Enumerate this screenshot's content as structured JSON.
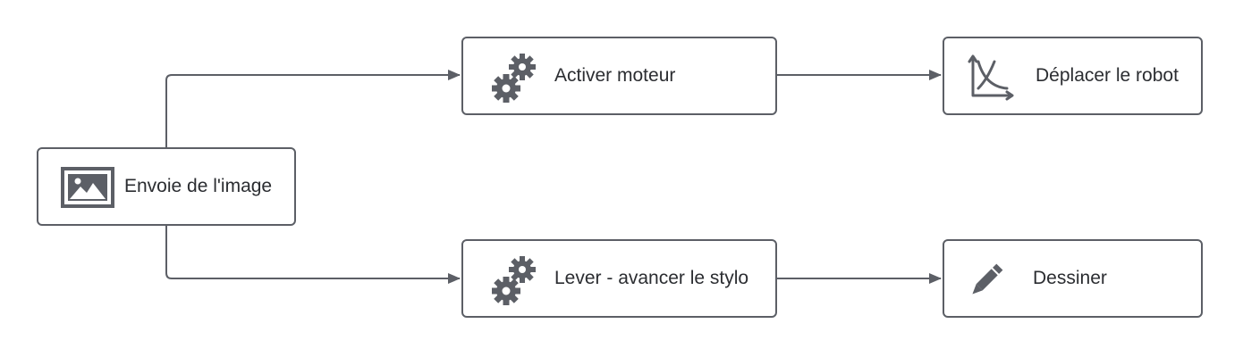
{
  "nodes": {
    "image": {
      "label": "Envoie de l'image",
      "icon": "image-icon"
    },
    "motor": {
      "label": "Activer moteur",
      "icon": "gears-icon"
    },
    "robot": {
      "label": "Déplacer le robot",
      "icon": "chart-curve-icon"
    },
    "stylo": {
      "label": "Lever - avancer le stylo",
      "icon": "gears-icon"
    },
    "draw": {
      "label": "Dessiner",
      "icon": "pencil-icon"
    }
  },
  "edges": [
    {
      "from": "image",
      "to": "motor"
    },
    {
      "from": "image",
      "to": "stylo"
    },
    {
      "from": "motor",
      "to": "robot"
    },
    {
      "from": "stylo",
      "to": "draw"
    }
  ],
  "colors": {
    "stroke": "#5c5f66",
    "icon": "#5c5f66",
    "text": "#2b2d31"
  }
}
